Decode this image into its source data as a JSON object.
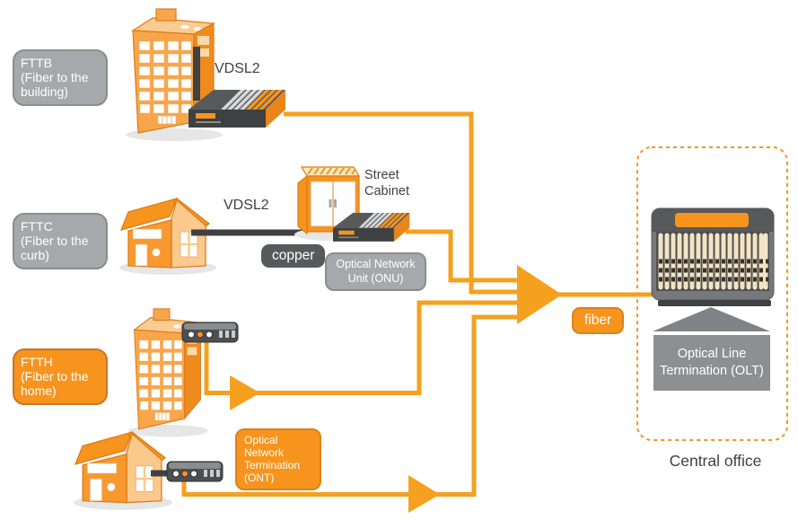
{
  "labels": {
    "fttb": {
      "abbr": "FTTB",
      "desc": "(Fiber to the building)"
    },
    "fttc": {
      "abbr": "FTTC",
      "desc": "(Fiber to the curb)"
    },
    "ftth": {
      "abbr": "FTTH",
      "desc": "(Fiber to the home)"
    },
    "vdsl2_building": "VDSL2",
    "vdsl2_curb": "VDSL2",
    "copper": "copper",
    "fiber": "fiber",
    "street_cabinet": "Street Cabinet",
    "onu": "Optical Network Unit (ONU)",
    "ont": "Optical Network Termination (ONT)",
    "olt": "Optical Line Termination (OLT)",
    "central_office": "Central office"
  },
  "icons": {
    "fttb_building": "office-building-icon",
    "ftth_building": "office-building-icon",
    "fttc_house": "house-icon",
    "ont_house": "house-icon",
    "street_cabinet": "street-cabinet-icon",
    "vdsl2_dslam": "dslam-device-icon",
    "onu_device": "onu-device-icon",
    "ftth_router": "router-icon",
    "ont_router": "router-icon",
    "olt_chassis": "olt-rack-icon",
    "central_office_pedestal": "up-arrow-pedestal-icon",
    "aggregation": "big-right-arrow-icon"
  },
  "colors": {
    "orange": "#F7941E",
    "orange_line": "#F5A01F",
    "orange_border": "#D9831C",
    "gray_label_fill": "#A6A8AB",
    "gray_label_border": "#8A8C8E",
    "dark_label": "#58595B",
    "olt_label_gray": "#8D8F92",
    "copper_line": "#414042",
    "text_dark": "#414042",
    "card_beige": "#F2E4C4"
  }
}
